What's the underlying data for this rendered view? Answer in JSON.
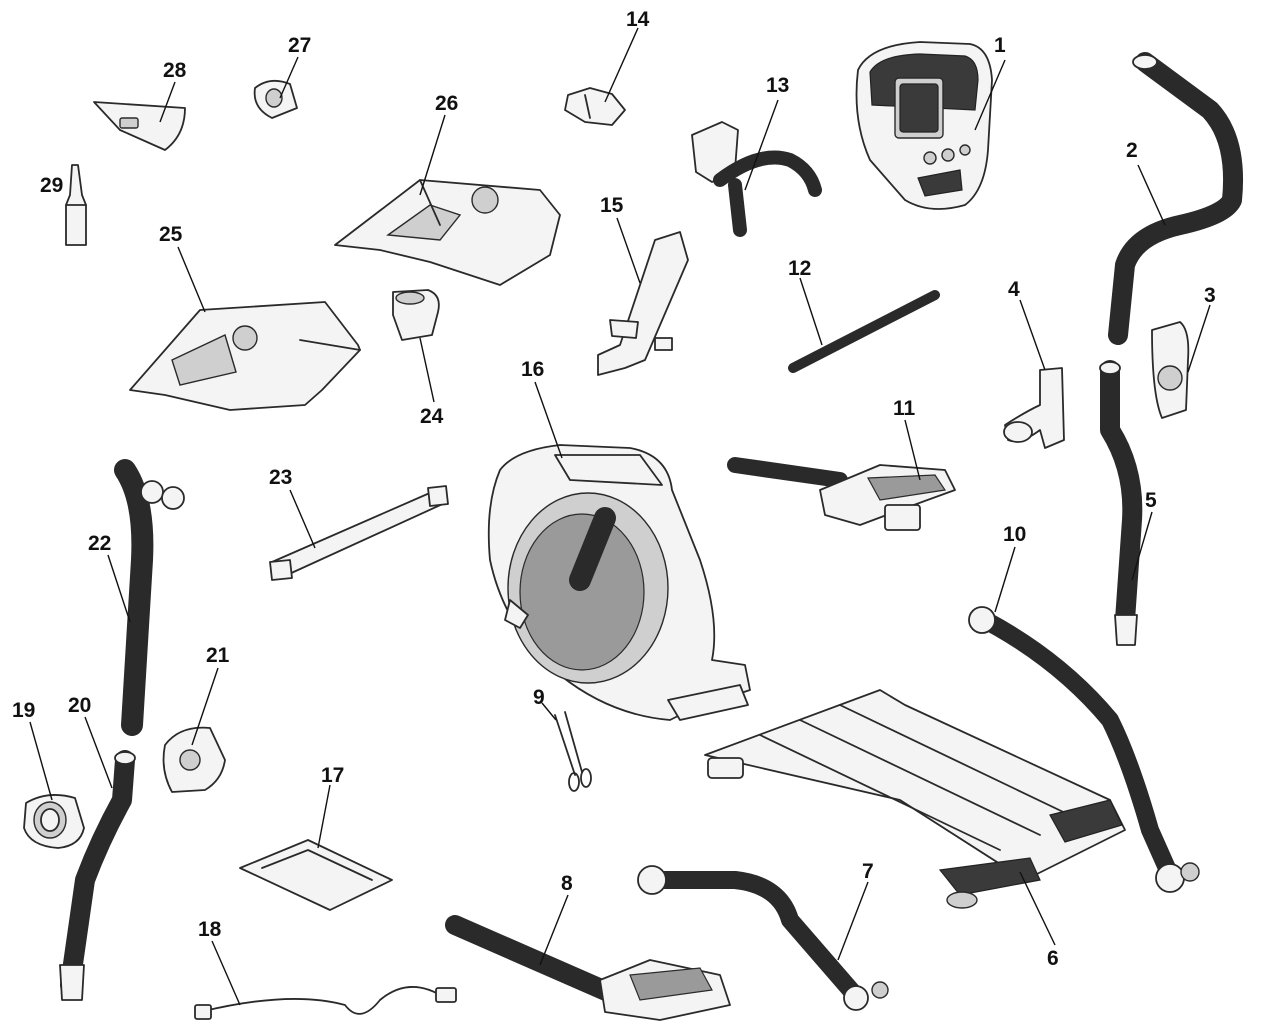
{
  "parts": [
    {
      "id": "part-1",
      "label": "1"
    },
    {
      "id": "part-2",
      "label": "2"
    },
    {
      "id": "part-3",
      "label": "3"
    },
    {
      "id": "part-4",
      "label": "4"
    },
    {
      "id": "part-5",
      "label": "5"
    },
    {
      "id": "part-6",
      "label": "6"
    },
    {
      "id": "part-7",
      "label": "7"
    },
    {
      "id": "part-8",
      "label": "8"
    },
    {
      "id": "part-9",
      "label": "9"
    },
    {
      "id": "part-10",
      "label": "10"
    },
    {
      "id": "part-11",
      "label": "11"
    },
    {
      "id": "part-12",
      "label": "12"
    },
    {
      "id": "part-13",
      "label": "13"
    },
    {
      "id": "part-14",
      "label": "14"
    },
    {
      "id": "part-15",
      "label": "15"
    },
    {
      "id": "part-16",
      "label": "16"
    },
    {
      "id": "part-17",
      "label": "17"
    },
    {
      "id": "part-18",
      "label": "18"
    },
    {
      "id": "part-19",
      "label": "19"
    },
    {
      "id": "part-20",
      "label": "20"
    },
    {
      "id": "part-21",
      "label": "21"
    },
    {
      "id": "part-22",
      "label": "22"
    },
    {
      "id": "part-23",
      "label": "23"
    },
    {
      "id": "part-24",
      "label": "24"
    },
    {
      "id": "part-25",
      "label": "25"
    },
    {
      "id": "part-26",
      "label": "26"
    },
    {
      "id": "part-27",
      "label": "27"
    },
    {
      "id": "part-28",
      "label": "28"
    },
    {
      "id": "part-29",
      "label": "29"
    }
  ]
}
